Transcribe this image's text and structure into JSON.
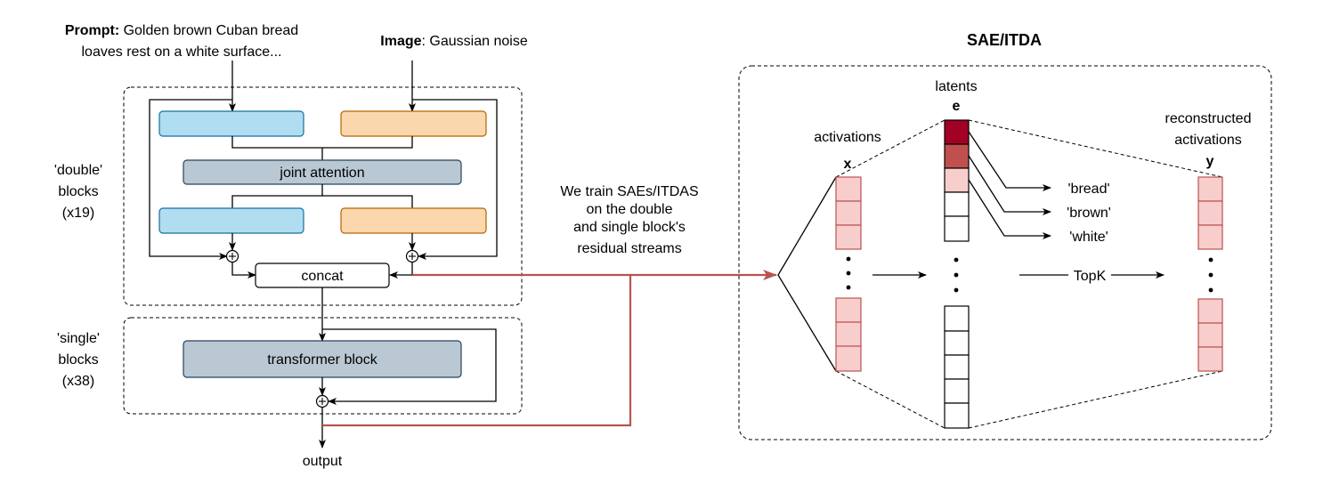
{
  "left": {
    "prompt_label": "Prompt:",
    "prompt_line1": " Golden brown Cuban bread",
    "prompt_line2": "loaves rest on a white surface...",
    "image_label": "Image",
    "image_text": ": Gaussian noise",
    "double_label": [
      "'double'",
      "blocks",
      "(x19)"
    ],
    "single_label": [
      "'single'",
      "blocks",
      "(x38)"
    ],
    "joint_attention": "joint attention",
    "concat": "concat",
    "transformer_block": "transformer block",
    "output": "output"
  },
  "middle": {
    "note_lines": [
      "We train SAEs/ITDAS",
      "on the double",
      "and single block's",
      "residual streams"
    ]
  },
  "right": {
    "title": "SAE/ITDA",
    "activations_label": "activations",
    "x_symbol": "x",
    "latents_label": "latents",
    "e_symbol": "e",
    "reconstructed_label": [
      "reconstructed",
      "activations"
    ],
    "y_symbol": "y",
    "topk": "TopK",
    "tokens": [
      "'bread'",
      "'brown'",
      "'white'"
    ]
  },
  "colors": {
    "blue_fill": "#b1ddf0",
    "blue_stroke": "#10739e",
    "orange_fill": "#fad7ac",
    "orange_stroke": "#b46504",
    "gray_fill": "#bac8d3",
    "gray_stroke": "#23445d",
    "pink_fill": "#f8cecc",
    "pink_stroke": "#b85450",
    "arrow_red": "#b85450",
    "latent_dark": "#a20025",
    "latent_mid": "#c0504d",
    "latent_light": "#f8cecc"
  }
}
